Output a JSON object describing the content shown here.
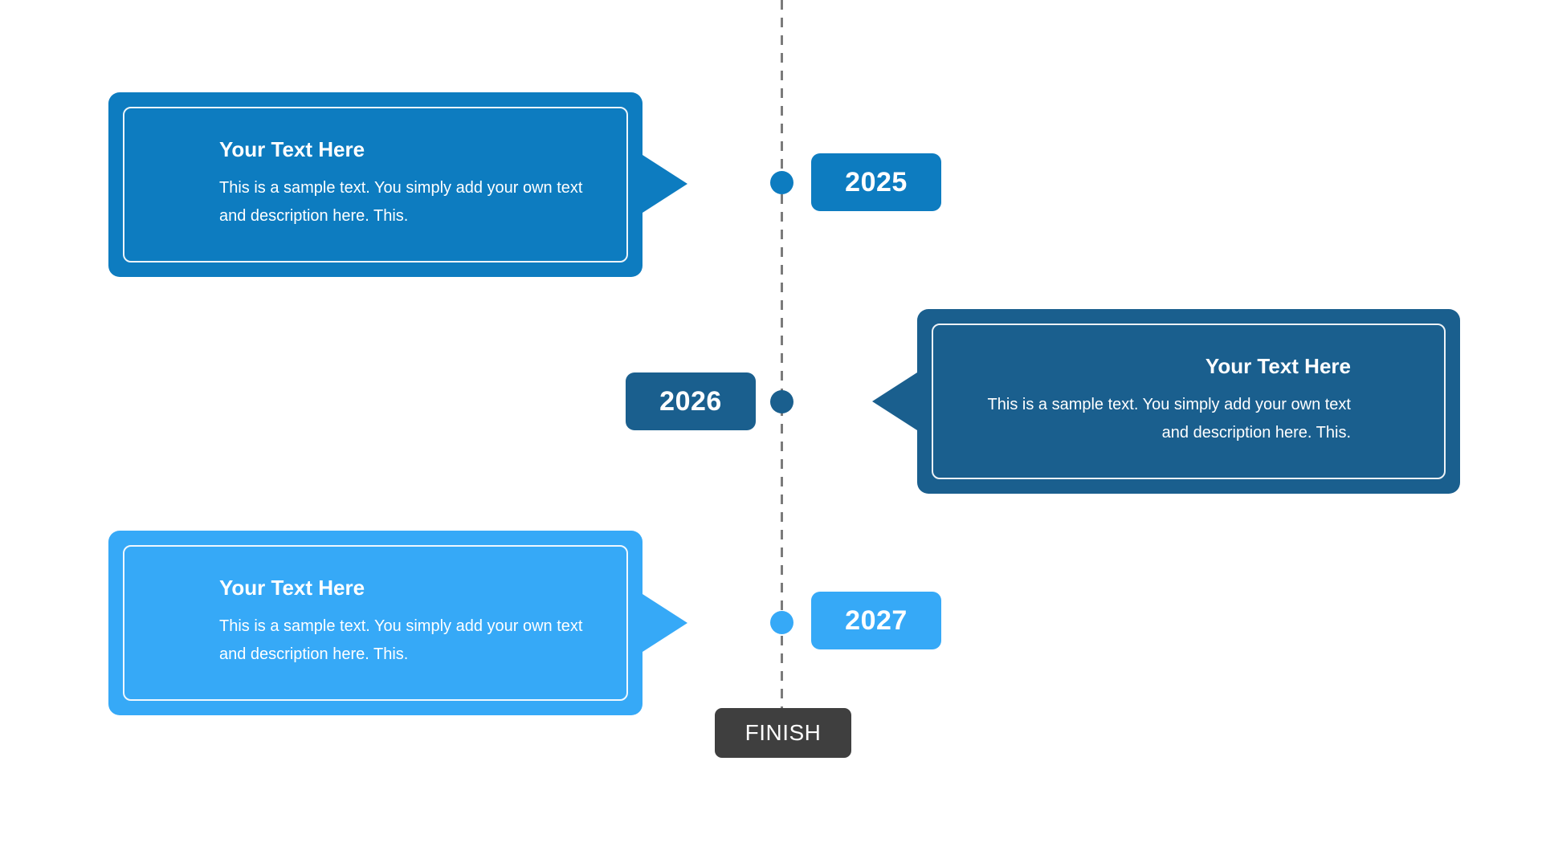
{
  "diagram": {
    "type": "vertical-timeline",
    "background": "#ffffff",
    "spine_color": "#7b7b7b",
    "finish_label": "FINISH",
    "finish_color": "#3f3f3f"
  },
  "milestones": [
    {
      "year": "2025",
      "side": "left",
      "color": "#0d7cc0",
      "title": "Your Text Here",
      "body": "This is a sample text. You simply add your own text and description here. This."
    },
    {
      "year": "2026",
      "side": "right",
      "color": "#1a5f8e",
      "title": "Your Text Here",
      "body": "This is a sample text. You simply add your own text and description here. This."
    },
    {
      "year": "2027",
      "side": "left",
      "color": "#36a9f7",
      "title": "Your Text Here",
      "body": "This is a sample text. You simply add your own text and description here. This."
    }
  ]
}
